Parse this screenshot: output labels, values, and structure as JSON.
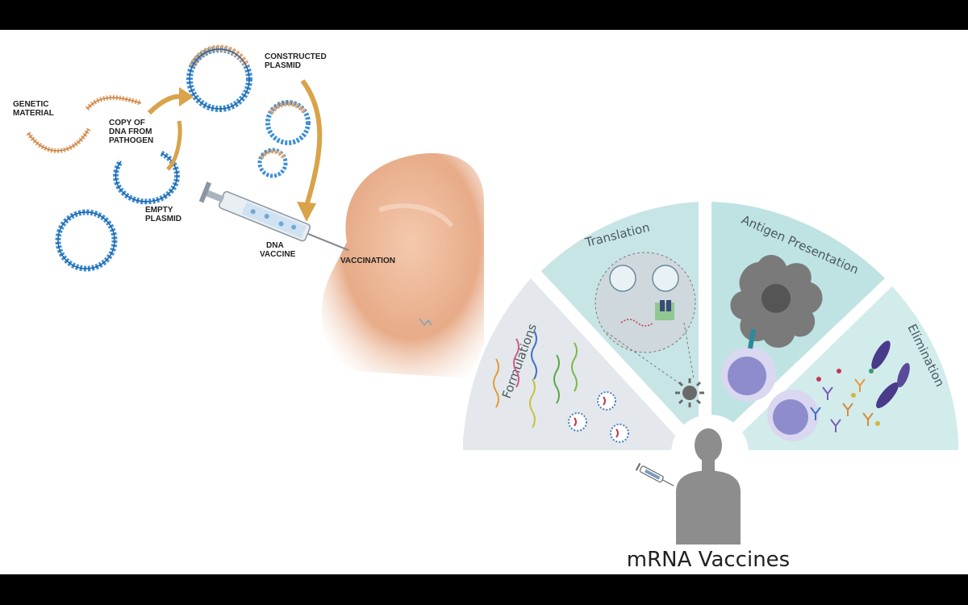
{
  "dna_diagram": {
    "labels": {
      "genetic_material": [
        "GENETIC",
        "MATERIAL"
      ],
      "copy_of_dna": [
        "COPY OF",
        "DNA FROM",
        "PATHOGEN"
      ],
      "empty_plasmid": [
        "EMPTY",
        "PLASMID"
      ],
      "constructed_plasmid": [
        "CONSTRUCTED",
        "PLASMID"
      ],
      "dna_vaccine": [
        "DNA",
        "VACCINE"
      ],
      "vaccination": "VACCINATION"
    }
  },
  "mrna_diagram": {
    "title": "mRNA Vaccines",
    "segments": [
      "Formulations",
      "Translation",
      "Antigen Presentation",
      "Elimination"
    ]
  },
  "colors": {
    "dna_blue": "#3d8fd6",
    "dna_orange": "#e2a46a",
    "arrow_gold": "#d9a34a",
    "segment_gray": "#e4e8ec",
    "segment_teal_1": "#c8e5e6",
    "segment_teal_2": "#bfe3e3",
    "segment_teal_3": "#d2ecec",
    "figure_gray": "#8d8d8d"
  }
}
